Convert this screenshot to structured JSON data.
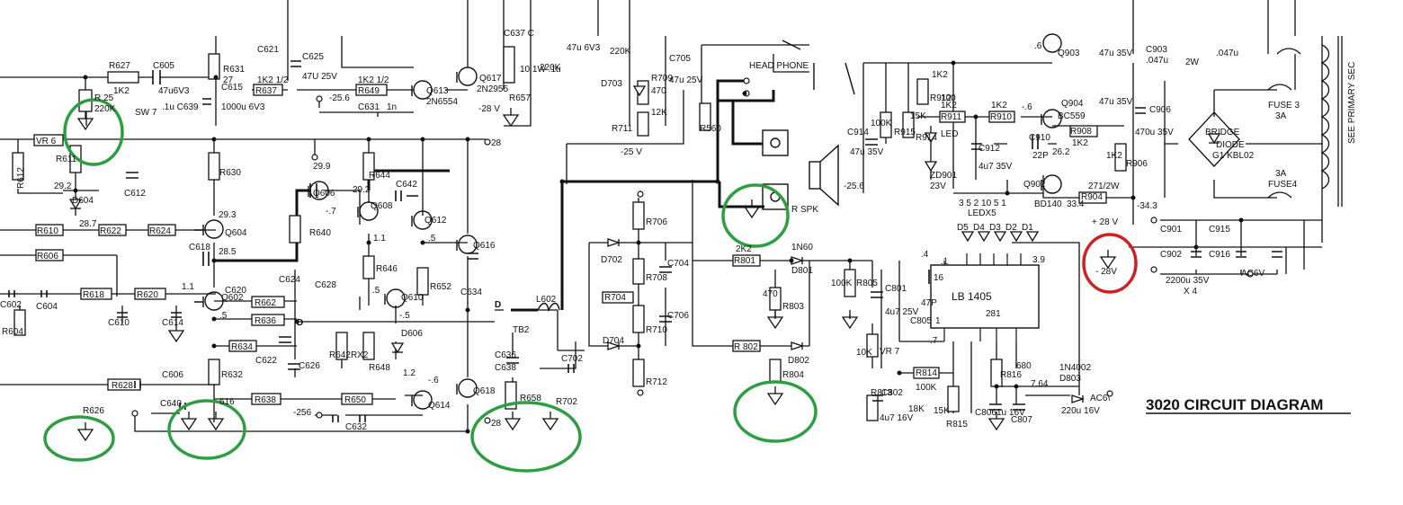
{
  "title": "3020 CIRCUIT DIAGRAM",
  "colors": {
    "ink": "#111111",
    "green_mark": "#2e9e44",
    "red_mark": "#cc2222",
    "paper": "#ffffff"
  },
  "labels": {
    "r627": "R627",
    "c605": "C605",
    "v1k2a": "1K2",
    "cap47u6v3": "47u6V3",
    "sw7": "SW 7",
    "c639": ".1u C639",
    "r625": "R 25",
    "v220k": "220K",
    "vr6": "VR 6",
    "r612": "R612",
    "r611": "R611",
    "v292": "29.2",
    "d604": "D604",
    "v287": "28.7",
    "r610": "R610",
    "r622": "R622",
    "r624": "R624",
    "c612": "C612",
    "r606": "R606",
    "r618": "R618",
    "r620": "R620",
    "c602": "C602",
    "c604": "C604",
    "r604": "R604",
    "c610": "C610",
    "c614": "C614",
    "r628": "R628",
    "c606": "C606",
    "c640": "C640",
    "c616": "616",
    "r626": "R626",
    "v11": "1.1",
    "v5a": ".5",
    "r631": "R631",
    "v27": "27",
    "c621": "C621",
    "c625": "C625",
    "c625v": "47U 25V",
    "c615": "C615",
    "c615v": "1000u 6V3",
    "r637": "R637",
    "v1k2h": "1K2 1/2",
    "r649": "R649",
    "v256": "-25.6",
    "c631": "C631",
    "c631v": "1n",
    "q613": "Q613",
    "q613t": "2N6554",
    "q617": "Q617",
    "q617t": "2N2955",
    "m28a": "-28 V",
    "r657": "R657",
    "c637": "C637 C",
    "r657v": "10 1W .1u",
    "v29a": "29.9",
    "r630": "R630",
    "r644": "R644",
    "v293": "29.3",
    "q604": "Q604",
    "c618": "C618",
    "v285": "28.5",
    "q606": "Q606",
    "v292b": "29.2",
    "c642": "C642",
    "q608": "Q608",
    "q612": "Q612",
    "q616": "Q616",
    "o28a": "28",
    "r640": "R640",
    "v7": "-.7",
    "c620": "C620",
    "c624": "C624",
    "c628": "C628",
    "r646": "R646",
    "v11b": "1.1",
    "v5b": ".5",
    "r652": "R652",
    "c634": "C634",
    "q602": "Q602",
    "r662": "R662",
    "r636": "R636",
    "v5c": ".5",
    "q610": "Q610",
    "vm5": "-.5",
    "d606": "D606",
    "r642": "R642",
    "rx2": "RX2",
    "r648": "R648",
    "r634": "R634",
    "c622": "C622",
    "c626": "C626",
    "v12": "1.2",
    "vm6": "-.6",
    "r632": "R632",
    "r638": "R638",
    "r650": "R650",
    "q614": "Q614",
    "q618": "Q618",
    "vm256": "-256",
    "c632": "C632",
    "o28b": "28",
    "markD": "D",
    "markD2": "D",
    "tb2": "TB2",
    "l602": "L602",
    "c636": "C636",
    "c638": "C638",
    "r658": "R658",
    "c702": "C702",
    "r702": "R702",
    "q47": "47u 6V3",
    "r220k": "220K",
    "r220k2": "220K",
    "r709": "R709",
    "v470": "470",
    "c705": "C705",
    "c705v": "47u 25V",
    "d703": "D703",
    "r711": "R711",
    "v12k": "12K",
    "vm25": "-25 V",
    "headphone": "HEAD PHONE",
    "r560": "R560",
    "rspk": "R SPK",
    "vm25b": "-25.6",
    "r706": "R706",
    "d702": "D702",
    "r708": "R708",
    "c704": "C704",
    "r704": "R704",
    "r710": "R710",
    "c706": "C706",
    "d704": "D704",
    "r712": "R712",
    "v2k2": "2K2",
    "r801": "R801",
    "n1n60": "1N60",
    "d801": "D801",
    "r803": "R803",
    "v470b": "470",
    "r805": "R805",
    "v100k": "100K",
    "c801": "C801",
    "c801v": "4u7 25V",
    "c805": "C805",
    "c805v": "47P",
    "r802": "R 802",
    "d802": "D802",
    "r804": "R804",
    "vr7": "VR 7",
    "v10k": "10K",
    "r814": "R814",
    "v100kb": "100K",
    "c802": "C802",
    "c802v": "4u7 16V",
    "r813": "R813",
    "v18k": "18K",
    "v15k": "15K",
    "r815": "R815",
    "c806": "C806",
    "c806v": "1u 16V",
    "r816": "R816",
    "v680": "680",
    "c807": "C807",
    "c807v": "220u 16V",
    "v764": "7.64",
    "n4002": "1N4002",
    "d803": "D803",
    "ac6a": "AC6\\",
    "ic": "LB 1405",
    "pin16": "16",
    "pin1": "1",
    "pin4": ".4",
    "pin1b": ".1",
    "pin39": "3.9",
    "pin281": "281",
    "pin7": ".7",
    "ledx5": "LEDX5",
    "ledpins": "3 5 2 10 5 1",
    "d5": "D5",
    "d4": "D4",
    "d3": "D3",
    "d2": "D2",
    "d1": "D1",
    "r915": "R915",
    "v100kc": "100K",
    "r914": "R914",
    "v15kb": "15K",
    "c914": "C914",
    "c914v": "47u 35V",
    "r912": "R912",
    "v1k2c": "1K2",
    "v100": "100",
    "led": "LED",
    "zd901": "ZD901",
    "v23v": "23V",
    "r911": "R911",
    "v1k2d": "1K2",
    "r910": "R910",
    "v1k2e": "1K2",
    "v6": "-.6",
    "c912": "C912",
    "c912v": "4u7 35V",
    "q904": "Q904",
    "bc559": "BC559",
    "c910": "C910",
    "v22p": "22P",
    "v262": "26.2",
    "r908": "R908",
    "v1k2f": "1K2",
    "r906": "R906",
    "v1k2g": "1K2",
    "q902": "Q902",
    "bd140": "BD140",
    "v334": "33.4",
    "v271": "271/2W",
    "r904": "R904",
    "vm343": "-34.3",
    "q903": "Q903",
    "v6b": ".6",
    "c905": "47u 35V",
    "c906": "C906",
    "c906v": "470u 35V",
    "c903": "C903",
    "c903v": ".047u",
    "c904": ".047u",
    "c47u": "47u 35V",
    "v2w": "2W",
    "bridge": "BRIDGE",
    "diode": "DIODE",
    "g1kbl02": "G1 KBL02",
    "fuse3": "FUSE 3",
    "a3": "3A",
    "fuse4": "FUSE4",
    "a3b": "3A",
    "seeprim": "SEE PRIMARY SEC",
    "p28": "+ 28 V",
    "m28": "- 28V",
    "c901": "C901",
    "c915": "C915",
    "c902": "C902",
    "c916": "C916",
    "cap2200": "2200u 35V",
    "x4": "X 4",
    "ac6v": "AC6V"
  }
}
